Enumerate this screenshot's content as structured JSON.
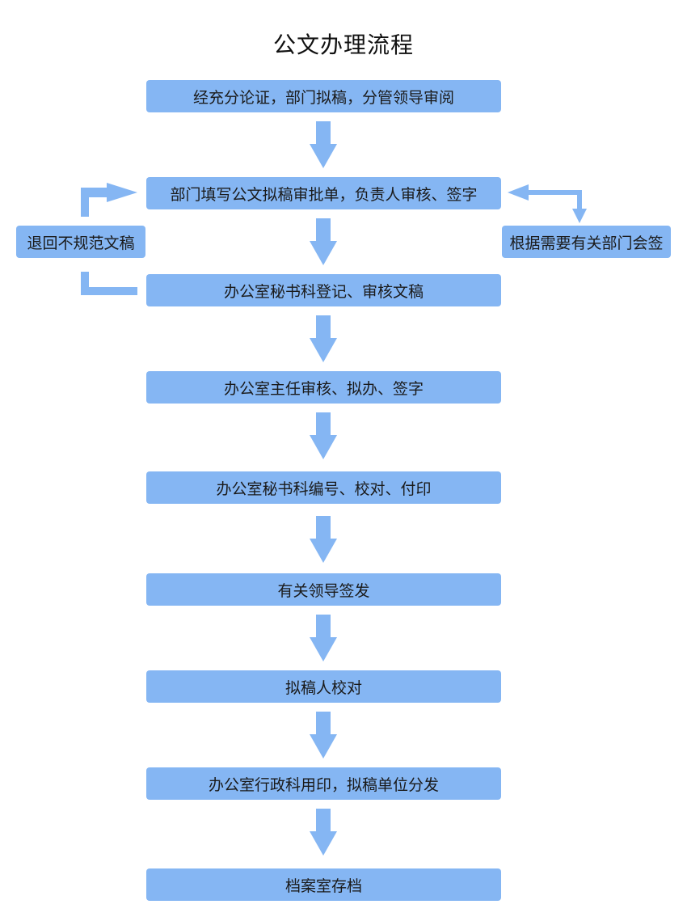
{
  "title": "公文办理流程",
  "colors": {
    "box": "#85b6f3",
    "arrow": "#85b6f3",
    "text": "#1a1a1a"
  },
  "steps": [
    "经充分论证，部门拟稿，分管领导审阅",
    "部门填写公文拟稿审批单，负责人审核、签字",
    "办公室秘书科登记、审核文稿",
    "办公室主任审核、拟办、签字",
    "办公室秘书科编号、校对、付印",
    "有关领导签发",
    "拟稿人校对",
    "办公室行政科用印，拟稿单位分发",
    "档案室存档"
  ],
  "side_boxes": {
    "left": "退回不规范文稿",
    "right": "根据需要有关部门会签"
  }
}
